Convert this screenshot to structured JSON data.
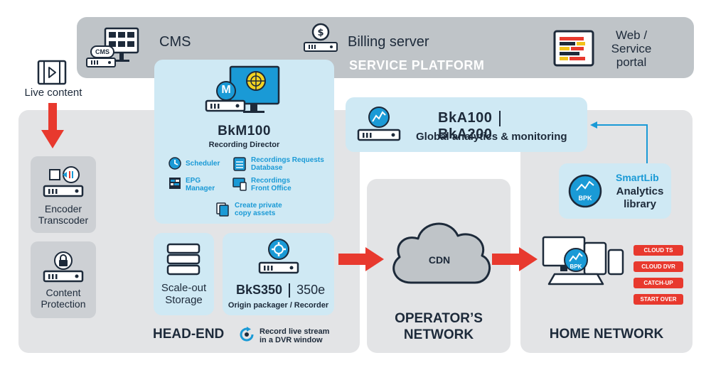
{
  "service_platform": {
    "title": "SERVICE PLATFORM",
    "cms": {
      "label": "CMS",
      "badge": "CMS"
    },
    "billing": {
      "label": "Billing server"
    },
    "web_portal": {
      "label_line1": "Web /",
      "label_line2": "Service",
      "label_line3": "portal"
    }
  },
  "live_content": {
    "label": "Live content"
  },
  "encoder": {
    "line1": "Encoder",
    "line2": "Transcoder"
  },
  "protection": {
    "line1": "Content",
    "line2": "Protection"
  },
  "recording_director": {
    "badge": "M",
    "product": "BkM100",
    "subtitle": "Recording Director",
    "features": {
      "scheduler": "Scheduler",
      "epg_line1": "EPG",
      "epg_line2": "Manager",
      "requests_line1": "Recordings Requests",
      "requests_line2": "Database",
      "front_line1": "Recordings",
      "front_line2": "Front Office",
      "private_line1": "Create private",
      "private_line2": "copy assets"
    }
  },
  "analytics": {
    "product1": "BkA100",
    "product2": "BkA200",
    "subtitle": "Global analytics & monitoring"
  },
  "smartlib": {
    "title": "SmartLib",
    "line1": "Analytics",
    "line2": "library",
    "badge": "BPK"
  },
  "storage": {
    "line1": "Scale-out",
    "line2": "Storage"
  },
  "packager": {
    "product1": "BkS350",
    "product2": "350e",
    "subtitle": "Origin packager / Recorder"
  },
  "head_end": {
    "title": "HEAD-END",
    "note_line1": "Record live stream",
    "note_line2": "in a DVR window"
  },
  "operator": {
    "cdn": "CDN",
    "title_line1": "OPERATOR’S",
    "title_line2": "NETWORK"
  },
  "home": {
    "title": "HOME NETWORK",
    "badge": "BPK",
    "services": [
      "CLOUD TS",
      "CLOUD DVR",
      "CATCH-UP",
      "START OVER"
    ]
  },
  "colors": {
    "accent_blue": "#1a9ad6",
    "arrow_red": "#e8392e",
    "navy": "#1d2a3a"
  }
}
